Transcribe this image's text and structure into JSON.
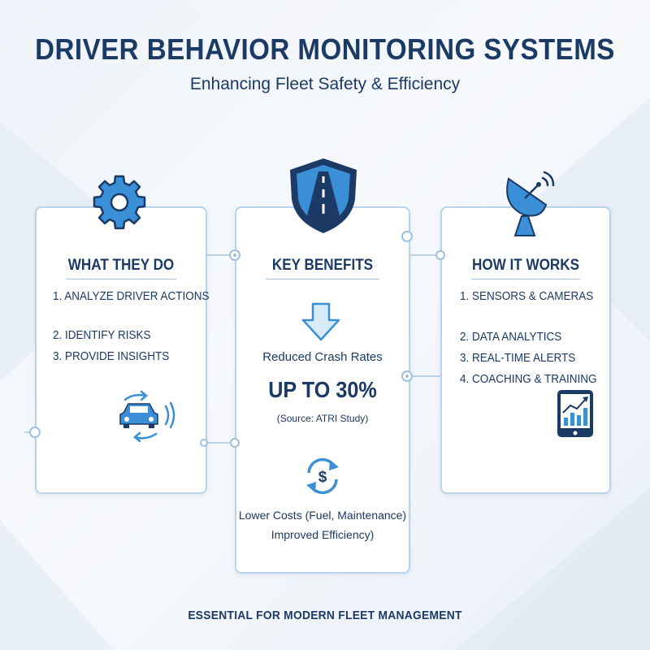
{
  "header": {
    "title": "DRIVER BEHAVIOR MONITORING SYSTEMS",
    "subtitle": "Enhancing Fleet Safety & Efficiency"
  },
  "what_they_do": {
    "heading": "WHAT THEY DO",
    "items": [
      "1. ANALYZE DRIVER ACTIONS",
      "2. IDENTIFY RISKS",
      "3. PROVIDE INSIGHTS"
    ],
    "icons": [
      "gear-icon",
      "car-cycle-icon"
    ]
  },
  "key_benefits": {
    "heading": "KEY BENEFITS",
    "crash_label": "Reduced Crash Rates",
    "crash_value": "UP TO 30%",
    "source": "(Source: ATRI Study)",
    "cost_line": "Lower Costs (Fuel, Maintenance)",
    "efficiency_line": "Improved Efficiency)",
    "icons": [
      "shield-road-icon",
      "down-arrow-icon",
      "dollar-cycle-icon"
    ]
  },
  "how_it_works": {
    "heading": "HOW IT WORKS",
    "items": [
      "1. SENSORS & CAMERAS",
      "2. DATA ANALYTICS",
      "3. REAL-TIME ALERTS",
      "4. COACHING & TRAINING"
    ],
    "icons": [
      "satellite-dish-icon",
      "tablet-chart-icon"
    ]
  },
  "footer": {
    "text": "ESSENTIAL FOR MODERN FLEET MANAGEMENT"
  },
  "colors": {
    "navy": "#1c3a66",
    "accent_blue": "#3a8fd6",
    "light_blue": "#b9d4ea"
  }
}
